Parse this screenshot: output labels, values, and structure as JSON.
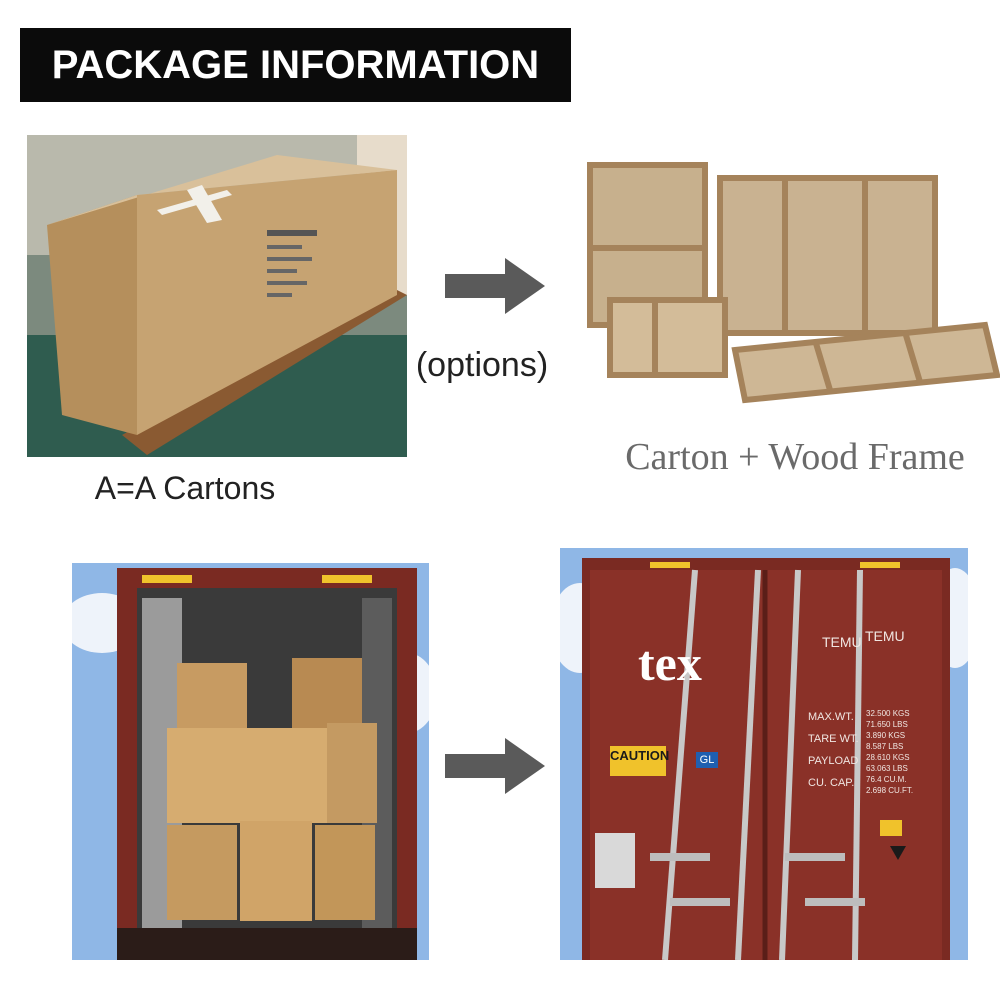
{
  "header": {
    "title": "PACKAGE INFORMATION"
  },
  "labels": {
    "carton": "A=A Cartons",
    "options": "(options)",
    "wood_frame": "Carton + Wood Frame"
  },
  "container_door": {
    "brand": "tex",
    "owner_code_1": "TEMU",
    "owner_code_2": "TEMU",
    "caution": "CAUTION",
    "gl": "GL",
    "spec_labels": [
      "MAX.WT.",
      "TARE WT.",
      "PAYLOAD",
      "CU. CAP."
    ],
    "spec_values": [
      "32.500 KGS",
      "71.650 LBS",
      "3.890 KGS",
      "8.587 LBS",
      "28.610 KGS",
      "63.063 LBS",
      "76.4 CU.M.",
      "2.698 CU.FT."
    ]
  },
  "colors": {
    "title_bg": "#0b0b0b",
    "arrow": "#5a5a5a",
    "cardboard": "#c9a87a",
    "container_red": "#7a2a22",
    "sky": "#8fb7e6"
  }
}
